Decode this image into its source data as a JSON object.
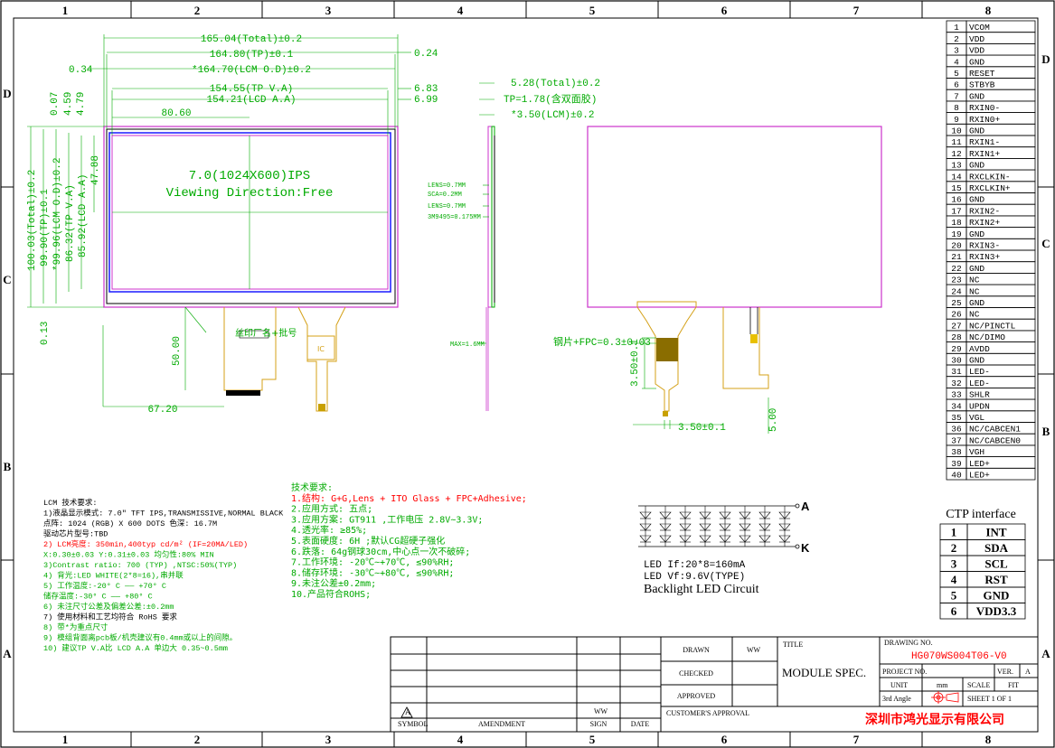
{
  "frame": {
    "columns": [
      "1",
      "2",
      "3",
      "4",
      "5",
      "6",
      "7",
      "8"
    ],
    "rows": [
      "D",
      "C",
      "B",
      "A"
    ]
  },
  "dimensions": {
    "total_width": "165.04(Total)±0.2",
    "tp_width": "164.80(TP)±0.1",
    "lcm_width": "*164.70(LCM O.D)±0.2",
    "tp_va_width": "154.55(TP V.A)",
    "lcd_aa_width": "154.21(LCD A.A)",
    "offset_left": "80.60",
    "right_024": "0.24",
    "left_034": "0.34",
    "right_683": "6.83",
    "right_699": "6.99",
    "top_007": "0.07",
    "top_459": "4.59",
    "top_479": "4.79",
    "mid_4788": "47.88",
    "total_height": "100.03(Total)±0.2",
    "tp_height": "99.90(TP)±0.1",
    "lcm_height": "*99.96(LCM O.D)±0.2",
    "tp_va_height": "86.32(TP V.A)",
    "lcd_aa_height": "85.92(LCD A.A)",
    "bottom_013": "0.13",
    "fpc_50": "50.00",
    "fpc_672": "67.20",
    "thick_total": "5.28(Total)±0.2",
    "thick_tp": "TP=1.78(含双面胶)",
    "thick_lcm": "*3.50(LCM)±0.2",
    "layer_lens1": "LENS=0.7MM",
    "layer_sca": "SCA=0.2MM",
    "layer_lens2": "LENS=0.7MM",
    "layer_adhesive": "3M9495=0.175MM",
    "max_label": "MAX=1.6MM",
    "stiffener": "钢片+FPC=0.3±0.03",
    "fpc_350v": "3.50±0.1",
    "fpc_350h": "3.50±0.1",
    "fpc_500": "5.00",
    "silk_label": "丝印厂名+批号",
    "ic_label": "IC"
  },
  "screen": {
    "line1": "7.0(1024X600)IPS",
    "line2": "Viewing Direction:Free"
  },
  "pinout": [
    {
      "n": "1",
      "s": "VCOM"
    },
    {
      "n": "2",
      "s": "VDD"
    },
    {
      "n": "3",
      "s": "VDD"
    },
    {
      "n": "4",
      "s": "GND"
    },
    {
      "n": "5",
      "s": "RESET"
    },
    {
      "n": "6",
      "s": "STBYB"
    },
    {
      "n": "7",
      "s": "GND"
    },
    {
      "n": "8",
      "s": "RXIN0-"
    },
    {
      "n": "9",
      "s": "RXIN0+"
    },
    {
      "n": "10",
      "s": "GND"
    },
    {
      "n": "11",
      "s": "RXIN1-"
    },
    {
      "n": "12",
      "s": "RXIN1+"
    },
    {
      "n": "13",
      "s": "GND"
    },
    {
      "n": "14",
      "s": "RXCLKIN-"
    },
    {
      "n": "15",
      "s": "RXCLKIN+"
    },
    {
      "n": "16",
      "s": "GND"
    },
    {
      "n": "17",
      "s": "RXIN2-"
    },
    {
      "n": "18",
      "s": "RXIN2+"
    },
    {
      "n": "19",
      "s": "GND"
    },
    {
      "n": "20",
      "s": "RXIN3-"
    },
    {
      "n": "21",
      "s": "RXIN3+"
    },
    {
      "n": "22",
      "s": "GND"
    },
    {
      "n": "23",
      "s": "NC"
    },
    {
      "n": "24",
      "s": "NC"
    },
    {
      "n": "25",
      "s": "GND"
    },
    {
      "n": "26",
      "s": "NC"
    },
    {
      "n": "27",
      "s": "NC/PINCTL"
    },
    {
      "n": "28",
      "s": "NC/DIMO"
    },
    {
      "n": "29",
      "s": "AVDD"
    },
    {
      "n": "30",
      "s": "GND"
    },
    {
      "n": "31",
      "s": "LED-"
    },
    {
      "n": "32",
      "s": "LED-"
    },
    {
      "n": "33",
      "s": "SHLR"
    },
    {
      "n": "34",
      "s": "UPDN"
    },
    {
      "n": "35",
      "s": "VGL"
    },
    {
      "n": "36",
      "s": "NC/CABCEN1"
    },
    {
      "n": "37",
      "s": "NC/CABCEN0"
    },
    {
      "n": "38",
      "s": "VGH"
    },
    {
      "n": "39",
      "s": "LED+"
    },
    {
      "n": "40",
      "s": "LED+"
    }
  ],
  "ctp": {
    "title": "CTP interface",
    "pins": [
      {
        "n": "1",
        "s": "INT"
      },
      {
        "n": "2",
        "s": "SDA"
      },
      {
        "n": "3",
        "s": "SCL"
      },
      {
        "n": "4",
        "s": "RST"
      },
      {
        "n": "5",
        "s": "GND"
      },
      {
        "n": "6",
        "s": "VDD3.3"
      }
    ]
  },
  "lcm_notes": [
    {
      "text": "LCM 技术要求:",
      "color": "#000000"
    },
    {
      "text": "1)液晶显示模式: 7.0\" TFT IPS,TRANSMISSIVE,NORMAL BLACK",
      "color": "#000000"
    },
    {
      "text": "  点阵: 1024 (RGB) X 600 DOTS 色深: 16.7M",
      "color": "#000000"
    },
    {
      "text": "  驱动芯片型号:TBD",
      "color": "#000000"
    },
    {
      "text": "2) LCM亮度: 350min,400typ cd/m² (IF=20MA/LED)",
      "color": "#ff0000"
    },
    {
      "text": "   X:0.30±0.03   Y:0.31±0.03  均匀性:80% MIN",
      "color": "#00aa00"
    },
    {
      "text": "3)Contrast ratio: 700 (TYP) ,NTSC:50%(TYP)",
      "color": "#00aa00"
    },
    {
      "text": "4) 背光:LED WHITE(2*8=16),串并联",
      "color": "#00aa00"
    },
    {
      "text": "5) 工作温度:-20° C —— +70° C",
      "color": "#00aa00"
    },
    {
      "text": "   储存温度:-30° C —— +80° C",
      "color": "#00aa00"
    },
    {
      "text": "6) 未注尺寸公差及偏差公差:±0.2mm",
      "color": "#00aa00"
    },
    {
      "text": "7) 使用材料和工艺均符合 RoHS 要求",
      "color": "#000000"
    },
    {
      "text": "8) 带*为重点尺寸",
      "color": "#00aa00"
    },
    {
      "text": "9) 模组背面离pcb板/机壳建议有0.4mm或以上的间隙。",
      "color": "#00aa00"
    },
    {
      "text": "10) 建议TP V.A比 LCD A.A 单边大 0.35~0.5mm",
      "color": "#00aa00"
    }
  ],
  "tech_notes": [
    {
      "text": "技术要求:",
      "color": "#00aa00"
    },
    {
      "text": "1.结构: G+G,Lens + ITO Glass  + FPC+Adhesive;",
      "color": "#ff0000"
    },
    {
      "text": "2.应用方式: 五点;",
      "color": "#00aa00"
    },
    {
      "text": "3.应用方案: GT911 ,工作电压 2.8V~3.3V;",
      "color": "#00aa00"
    },
    {
      "text": "4.透光率: ≥85%;",
      "color": "#00aa00"
    },
    {
      "text": "5.表面硬度: 6H ;默认CG超硬子强化",
      "color": "#00aa00"
    },
    {
      "text": "6.跌落: 64g钢球30cm,中心点一次不破碎;",
      "color": "#00aa00"
    },
    {
      "text": "7.工作环境: -20℃~+70℃, ≤90%RH;",
      "color": "#00aa00"
    },
    {
      "text": "8.储存环境: -30℃~+80℃, ≤90%RH;",
      "color": "#00aa00"
    },
    {
      "text": "9.未注公差±0.2mm;",
      "color": "#00aa00"
    },
    {
      "text": "10.产品符合ROHS;",
      "color": "#00aa00"
    }
  ],
  "backlight": {
    "anode": "A",
    "cathode": "K",
    "if": "LED If:20*8=160mA",
    "vf": "LED Vf:9.6V(TYPE)",
    "title": "Backlight LED Circuit"
  },
  "title_block": {
    "drawn": "DRAWN",
    "drawn_by": "WW",
    "checked": "CHECKED",
    "approved": "APPROVED",
    "customer_approval": "CUSTOMER'S APPROVAL",
    "title_label": "TITLE",
    "title": "MODULE SPEC.",
    "drawing_no_label": "DRAWING NO.",
    "drawing_no": "HG070WS004T06-V0",
    "project_no": "PROJECT NO.",
    "ver_label": "VER.",
    "ver": "A",
    "unit_label": "UNIT",
    "unit": "mm",
    "scale_label": "SCALE",
    "scale": "FIT",
    "angle": "3rd Angle",
    "sheet": "SHEET 1 OF 1",
    "company": "深圳市鸿光显示有限公司",
    "symbol": "SYMBOL",
    "amendment": "AMENDMENT",
    "sign": "SIGN",
    "date": "DATE",
    "sign_ww": "WW",
    "rev_mark": "A"
  },
  "colors": {
    "magenta": "#cc33cc",
    "green": "#00aa00",
    "red": "#ff0000",
    "blue": "#1a1aff",
    "fpc": "#d4a017"
  }
}
